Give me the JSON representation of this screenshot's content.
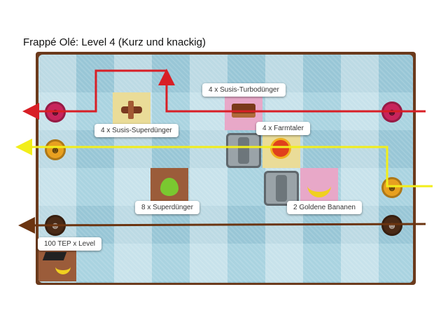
{
  "page": {
    "title": "Frappé Olé: Level 4 (Kurz und knackig)"
  },
  "labels": {
    "susis_turbo": "4 x Susis-Turbodünger",
    "susis_super": "4 x Susis-Superdünger",
    "farmtaler": "4 x Farmtaler",
    "superduenger": "8 x Superdünger",
    "bananen": "2 Goldene Bananen",
    "tep": "100 TEP x Level"
  },
  "icons": {
    "plane": "plane-icon",
    "cake": "cake-icon",
    "coin": "farmtaler-coin-icon",
    "drops": "fertilizer-drops-icon",
    "bananas": "bananas-icon",
    "grad": "graduation-cap-icon"
  },
  "colors": {
    "board": "#a9d3e0",
    "frame": "#6b3a1c",
    "route_red": "#d81f26",
    "route_yellow": "#f2ee1a",
    "route_brown": "#6b3410",
    "port_red": "#c8245c",
    "port_orange": "#e8a020",
    "port_brown": "#4a2a16",
    "tile_pink": "#e8a8c8",
    "tile_yellow": "#eadc98",
    "tile_brown": "#9b5c3a"
  }
}
